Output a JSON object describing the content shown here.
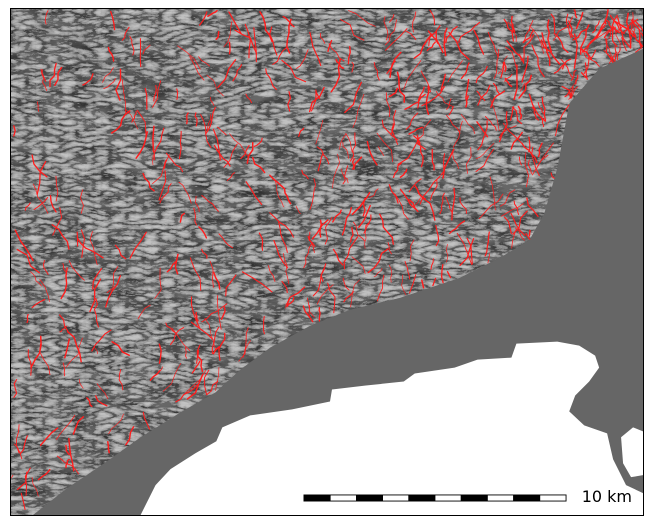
{
  "map": {
    "colors": {
      "terrain_base": "#6f6f6f",
      "terrain_light": "#e5e5e5",
      "terrain_dark": "#101010",
      "lowland": "#666666",
      "stream_network": "#ff1d1d",
      "land_mask": "#ffffff",
      "frame": "#000000"
    },
    "layers": [
      {
        "name": "hillshade-relief"
      },
      {
        "name": "stream-network"
      },
      {
        "name": "reclaimed-coastal-land-mask"
      }
    ],
    "scale_bar": {
      "value": "10",
      "unit": "km",
      "segments": 10
    }
  }
}
